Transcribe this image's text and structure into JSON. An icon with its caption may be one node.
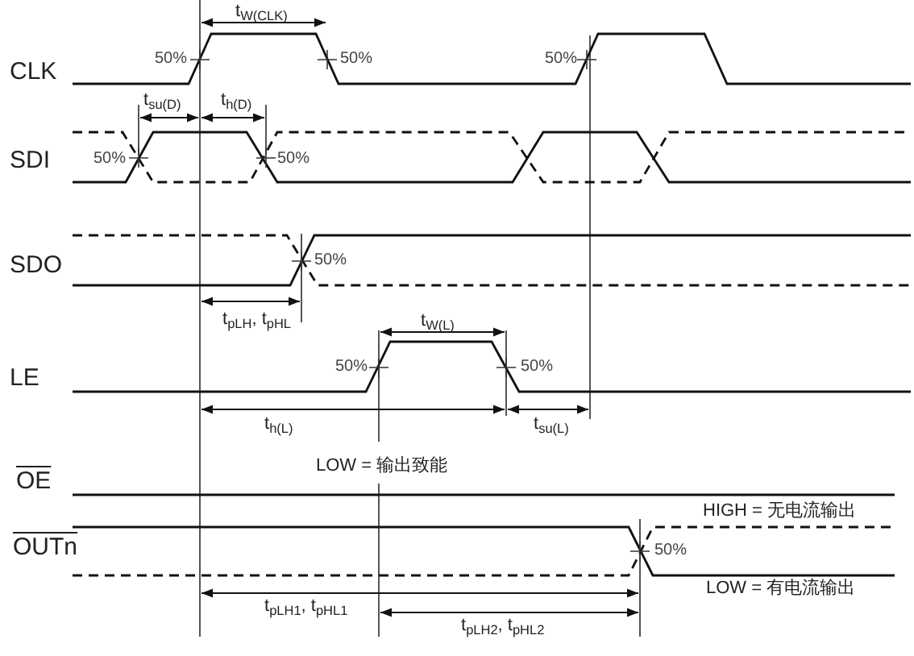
{
  "diagram": {
    "labels": [
      "t$_{W(CLK)}$",
      "CLK",
      "50%",
      "50%",
      "50%",
      "t$_{su(D)}$",
      "t$_{h(D)}$",
      "SDI",
      "50%",
      "50%",
      "SDO",
      "50%",
      "t$_{pLH}$, t$_{pHL}$",
      "t$_{W(L)}$",
      "LE",
      "50%",
      "50%",
      "t$_{h(L)}$",
      "t$_{su(L)}$",
      "LOW = 输出致能",
      "OE",
      "HIGH = 无电流输出",
      "OUTn",
      "50%",
      "LOW = 有电流输出",
      "t$_{pLH1}$, t$_{pHL1}$",
      "t$_{pLH2}$, t$_{pHL2}$"
    ]
  }
}
